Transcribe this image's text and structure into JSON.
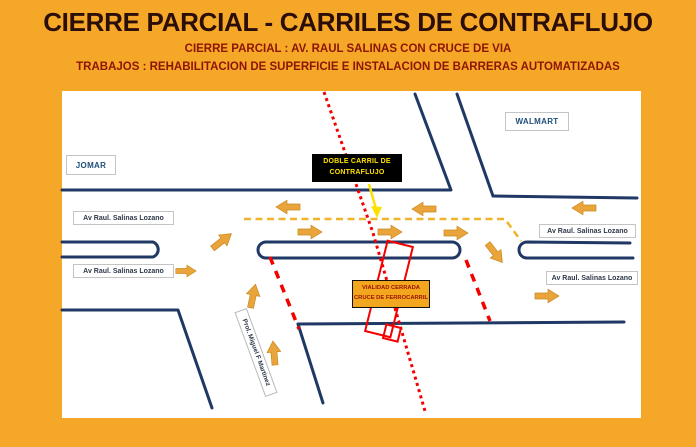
{
  "colors": {
    "background": "#F5A728",
    "title_text": "#2B0E08",
    "subtitle_text": "#8C1505",
    "road": "#1F3864",
    "arrow": "#E9A43C",
    "arrow_outline": "#C8881C",
    "red_marking": "#F40000",
    "contraflow_dash": "#F0B42C",
    "pointer_arrow": "#FFE100",
    "landmark_text": "#1F4E79",
    "closure_box_bg": "#F2A71E",
    "closure_box_text": "#9B1208",
    "contraflow_box_bg": "#000000",
    "contraflow_box_text": "#FFE100"
  },
  "header": {
    "title": "CIERRE PARCIAL - CARRILES DE CONTRAFLUJO",
    "subtitle_closure": "CIERRE PARCIAL : AV. RAUL SALINAS CON CRUCE DE VIA",
    "subtitle_works": "TRABAJOS : REHABILITACION DE SUPERFICIE E INSTALACION DE BARRERAS AUTOMATIZADAS"
  },
  "diagram": {
    "landmarks": {
      "jomar": "JOMAR",
      "walmart": "WALMART"
    },
    "street_label": "Av Raul. Salinas Lozano",
    "cross_street_label": "Prol. Miguel F Martinez",
    "contraflow_box": {
      "line1": "DOBLE CARRIL DE",
      "line2": "CONTRAFLUJO"
    },
    "closure_box": {
      "line1": "VIALIDAD CERRADA",
      "line2": "CRUCE DE FERROCARRIL"
    }
  }
}
